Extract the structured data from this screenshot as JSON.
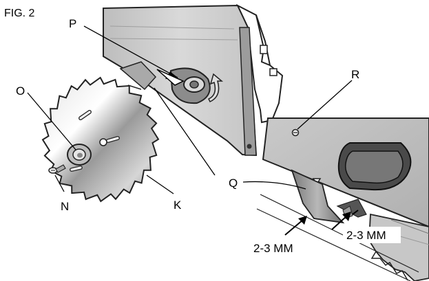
{
  "figure": {
    "caption": "FIG. 2",
    "labels": {
      "P": "P",
      "O": "O",
      "K": "K",
      "N": "N",
      "Q": "Q",
      "R": "R"
    },
    "measurements": {
      "left": "2-3 MM",
      "right": "2-3 MM"
    }
  }
}
